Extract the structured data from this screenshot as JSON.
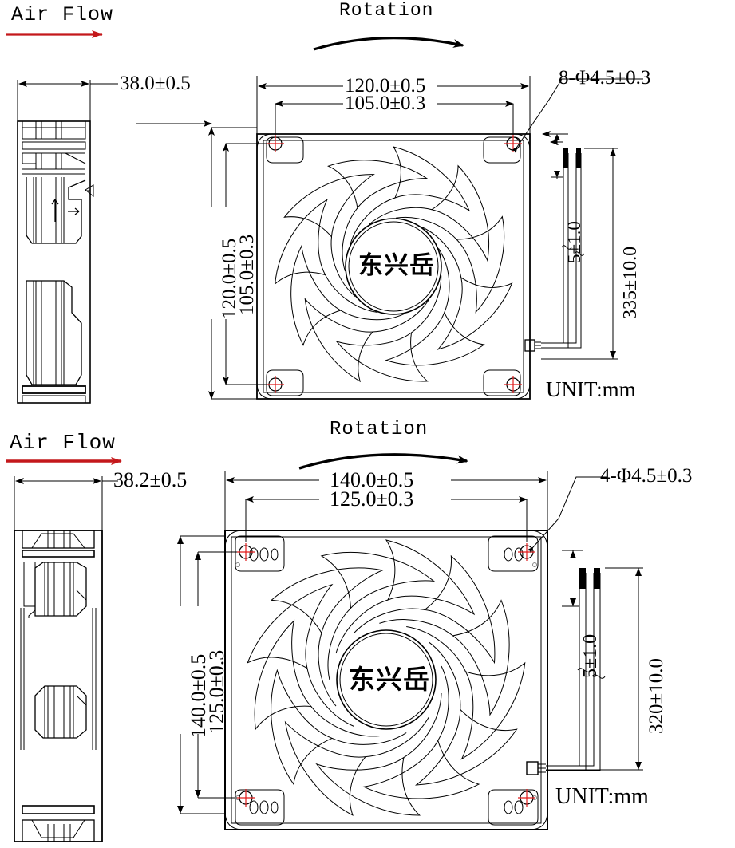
{
  "document": {
    "type": "engineering-drawing",
    "subject": "DC axial cooling fan outline dimension drawing",
    "views": 2
  },
  "fan_top": {
    "air_flow_label": "Air Flow",
    "rotation_label": "Rotation",
    "side_view_thickness": "38.0±0.5",
    "width_outer": "120.0±0.5",
    "width_hole_pitch": "105.0±0.3",
    "height_outer": "120.0±0.5",
    "height_hole_pitch": "105.0±0.3",
    "hole_callout": "8-Φ4.5±0.3",
    "hub_logo": "东兴岳",
    "wire_strip_length": "5±1.0",
    "wire_length": "335±10.0",
    "unit_note": "UNIT:mm",
    "mounting_holes": 4,
    "blade_count": 11
  },
  "fan_bottom": {
    "air_flow_label": "Air Flow",
    "rotation_label": "Rotation",
    "side_view_thickness": "38.2±0.5",
    "width_outer": "140.0±0.5",
    "width_hole_pitch": "125.0±0.3",
    "height_outer": "140.0±0.5",
    "height_hole_pitch": "125.0±0.3",
    "hole_callout": "4-Φ4.5±0.3",
    "hub_logo": "东兴岳",
    "wire_strip_length": "5±1.0",
    "wire_length": "320±10.0",
    "unit_note": "UNIT:mm",
    "mounting_holes": 4,
    "blade_count": 13
  },
  "colors": {
    "line": "#000000",
    "air_flow_arrow": "#c4181b",
    "hole_center_mark": "#e01b1b",
    "background": "#ffffff"
  }
}
